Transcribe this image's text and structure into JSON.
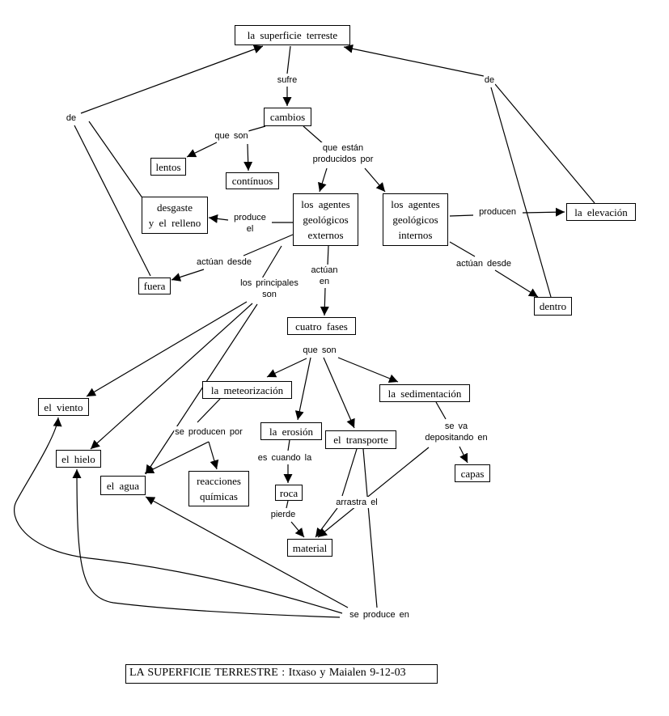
{
  "diagram": {
    "nodes": {
      "superficie": "la  superficie  terreste",
      "cambios": "cambios",
      "lentos": "lentos",
      "continuos": "contínuos",
      "desgaste": "desgaste\ny  el  relleno",
      "externos": "los  agentes\ngeológicos\nexternos",
      "internos": "los  agentes\ngeológicos\ninternos",
      "elevacion": "la   elevación",
      "fuera": "fuera",
      "dentro": "dentro",
      "cuatro_fases": "cuatro  fases",
      "meteorizacion": "la  meteorización",
      "sedimentacion": "la  sedimentación",
      "viento": "el  viento",
      "hielo": "el  hielo",
      "agua": "el  agua",
      "reacciones": "reacciones\nquímicas",
      "erosion": "la   erosión",
      "transporte": "el  transporte",
      "roca": "roca",
      "material": "material",
      "capas": "capas"
    },
    "labels": {
      "sufre": "sufre",
      "de_left": "de",
      "de_right": "de",
      "que_son_1": "que  son",
      "que_estan": "que  están\nproducidos  por",
      "produce_el": "produce\nel",
      "producen": "producen",
      "actuan_desde_left": "actúan  desde",
      "actuan_desde_right": "actúan  desde",
      "los_principales": "los  principales\nson",
      "actuan_en": "actúan\nen",
      "que_son_2": "que   son",
      "se_producen_por": "se  producen  por",
      "se_va": "se  va\ndepositando  en",
      "es_cuando": "es  cuando  la",
      "pierde": "pierde",
      "arrastra": "arrastra  el",
      "se_produce_en": "se  produce  en"
    },
    "caption": "LA SUPERFICIE  TERRESTRE :  Itxaso y Maialen  9-12-03"
  }
}
